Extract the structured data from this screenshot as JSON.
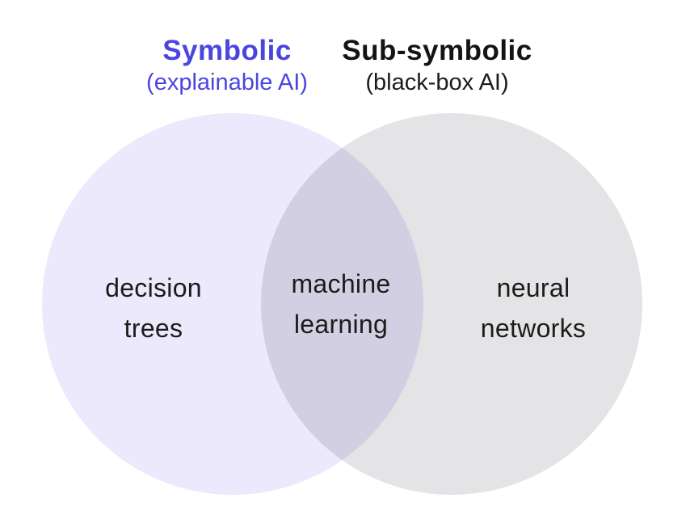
{
  "diagram": {
    "type": "venn",
    "background_color": "#FFFFFF",
    "left_set": {
      "title": "Symbolic",
      "subtitle": "(explainable AI)",
      "label": "decision\ntrees",
      "title_color": "#4B45E0",
      "circle_color": "#EBE9FB"
    },
    "right_set": {
      "title": "Sub-symbolic",
      "subtitle": "(black-box AI)",
      "label": "neural\nnetworks",
      "title_color": "#141414",
      "circle_color": "#E4E3E6"
    },
    "intersection": {
      "label": "machine\nlearning",
      "overlap_color": "#D2CFE2"
    },
    "label_text_color": "#1B1B1B"
  }
}
